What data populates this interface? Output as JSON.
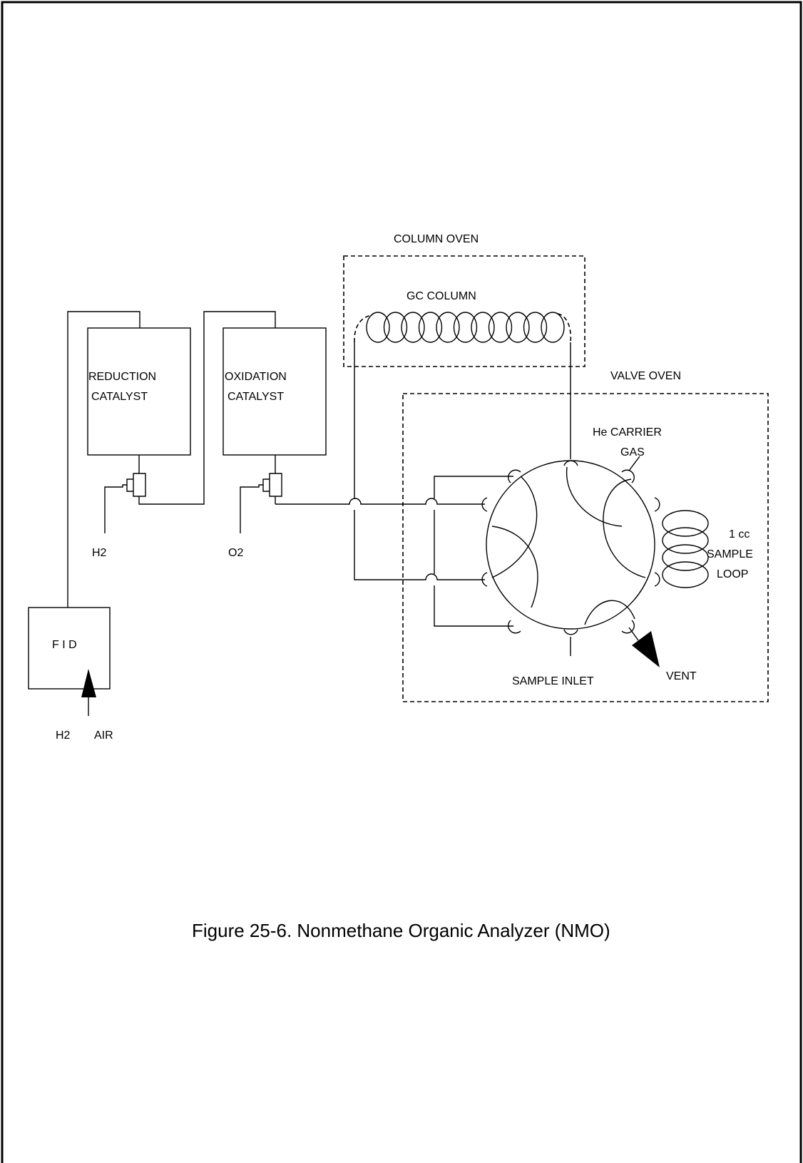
{
  "labels": {
    "column_oven": "COLUMN OVEN",
    "gc_column": "GC COLUMN",
    "valve_oven": "VALVE OVEN",
    "reduction_catalyst_1": "REDUCTION",
    "reduction_catalyst_2": "CATALYST",
    "oxidation_catalyst_1": "OXIDATION",
    "oxidation_catalyst_2": "CATALYST",
    "he_carrier_1": "He CARRIER",
    "he_carrier_2": "GAS",
    "sample_loop_1": "1 cc",
    "sample_loop_2": "SAMPLE",
    "sample_loop_3": "LOOP",
    "h2_reduction": "H2",
    "o2_oxidation": "O2",
    "fid": "F I D",
    "fid_h2": "H2",
    "fid_air": "AIR",
    "sample_inlet": "SAMPLE INLET",
    "vent": "VENT"
  },
  "caption": "Figure 25-6. Nonmethane Organic Analyzer (NMO)"
}
